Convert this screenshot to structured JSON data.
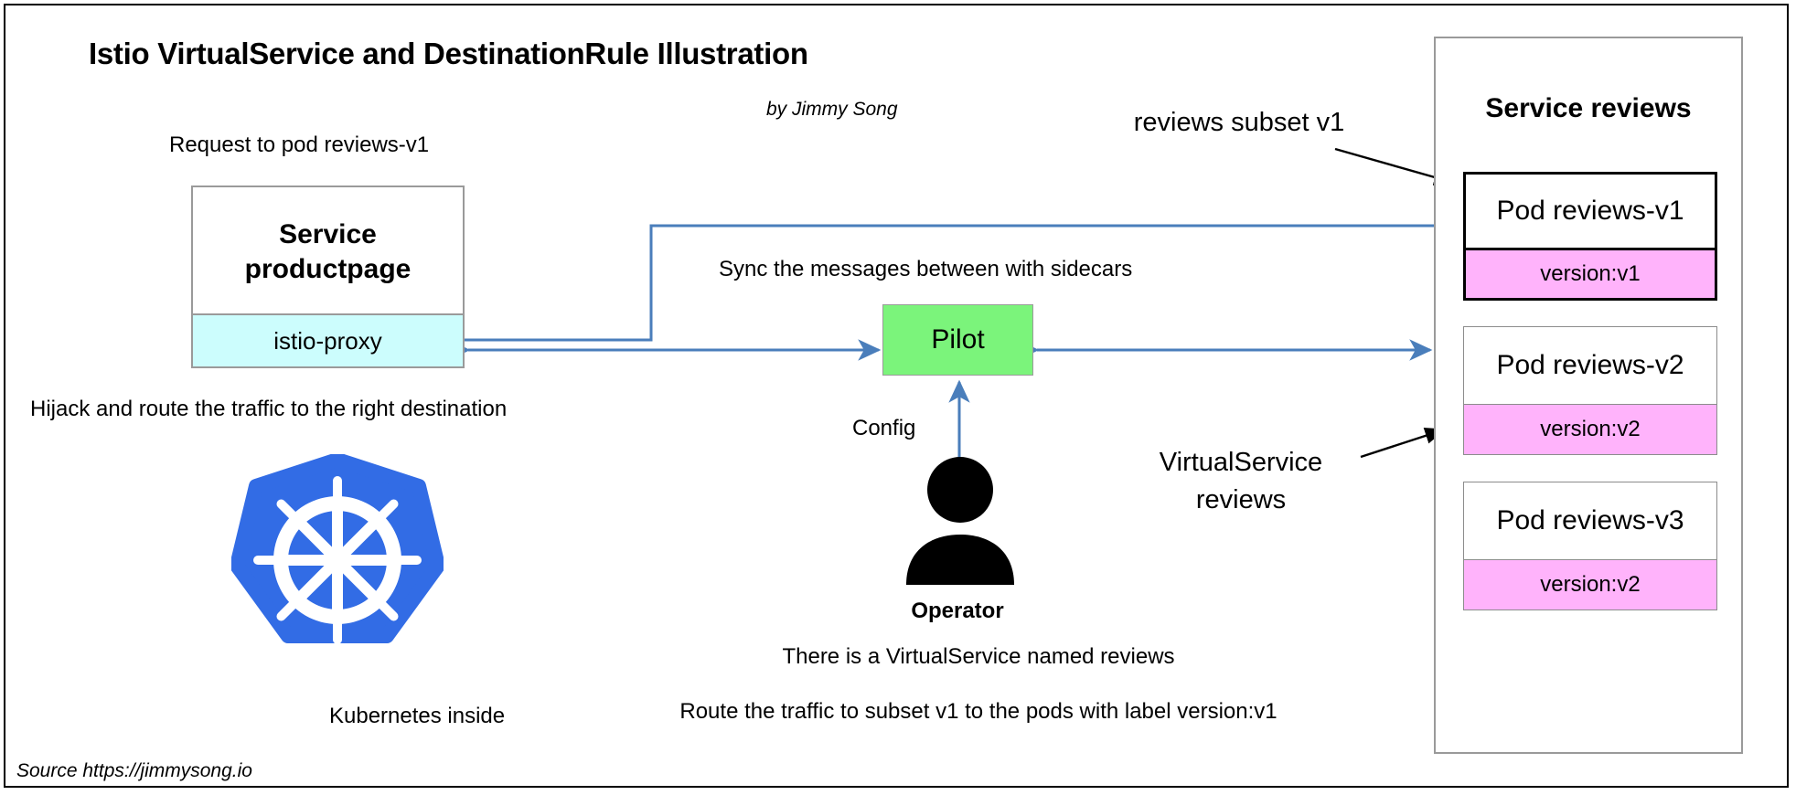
{
  "meta": {
    "title": "Istio VirtualService and DestinationRule Illustration",
    "byline": "by Jimmy Song",
    "source": "Source https://jimmysong.io"
  },
  "colors": {
    "sidecar_fill": "#ccfdfd",
    "pilot_fill": "#7bf47b",
    "version_fill": "#ffb3fb",
    "arrow_blue": "#4a7ebb",
    "kubernetes_blue": "#326ce5",
    "box_border_gray": "#9a9a9a",
    "highlight_border": "#000000"
  },
  "left": {
    "request_label": "Request to pod reviews-v1",
    "productpage": {
      "title_line1": "Service",
      "title_line2": "productpage",
      "sidecar_label": "istio-proxy"
    },
    "hijack_label": "Hijack and route the traffic to the right destination",
    "kubernetes_label": "Kubernetes inside",
    "kubernetes_icon": "kubernetes-logo-icon"
  },
  "center": {
    "sync_label": "Sync the messages between with sidecars",
    "pilot_label": "Pilot",
    "config_label": "Config",
    "operator_label": "Operator",
    "operator_icon": "person-icon",
    "note_line1": "There is a VirtualService named reviews",
    "note_line2": "Route the traffic to subset v1 to the pods with label version:v1"
  },
  "right": {
    "subset_label": "reviews subset v1",
    "virtualservice_line1": "VirtualService",
    "virtualservice_line2": "reviews",
    "panel_title": "Service reviews",
    "pods": [
      {
        "name": "Pod reviews-v1",
        "version": "version:v1",
        "highlighted": true
      },
      {
        "name": "Pod reviews-v2",
        "version": "version:v2",
        "highlighted": false
      },
      {
        "name": "Pod reviews-v3",
        "version": "version:v2",
        "highlighted": false
      }
    ]
  }
}
